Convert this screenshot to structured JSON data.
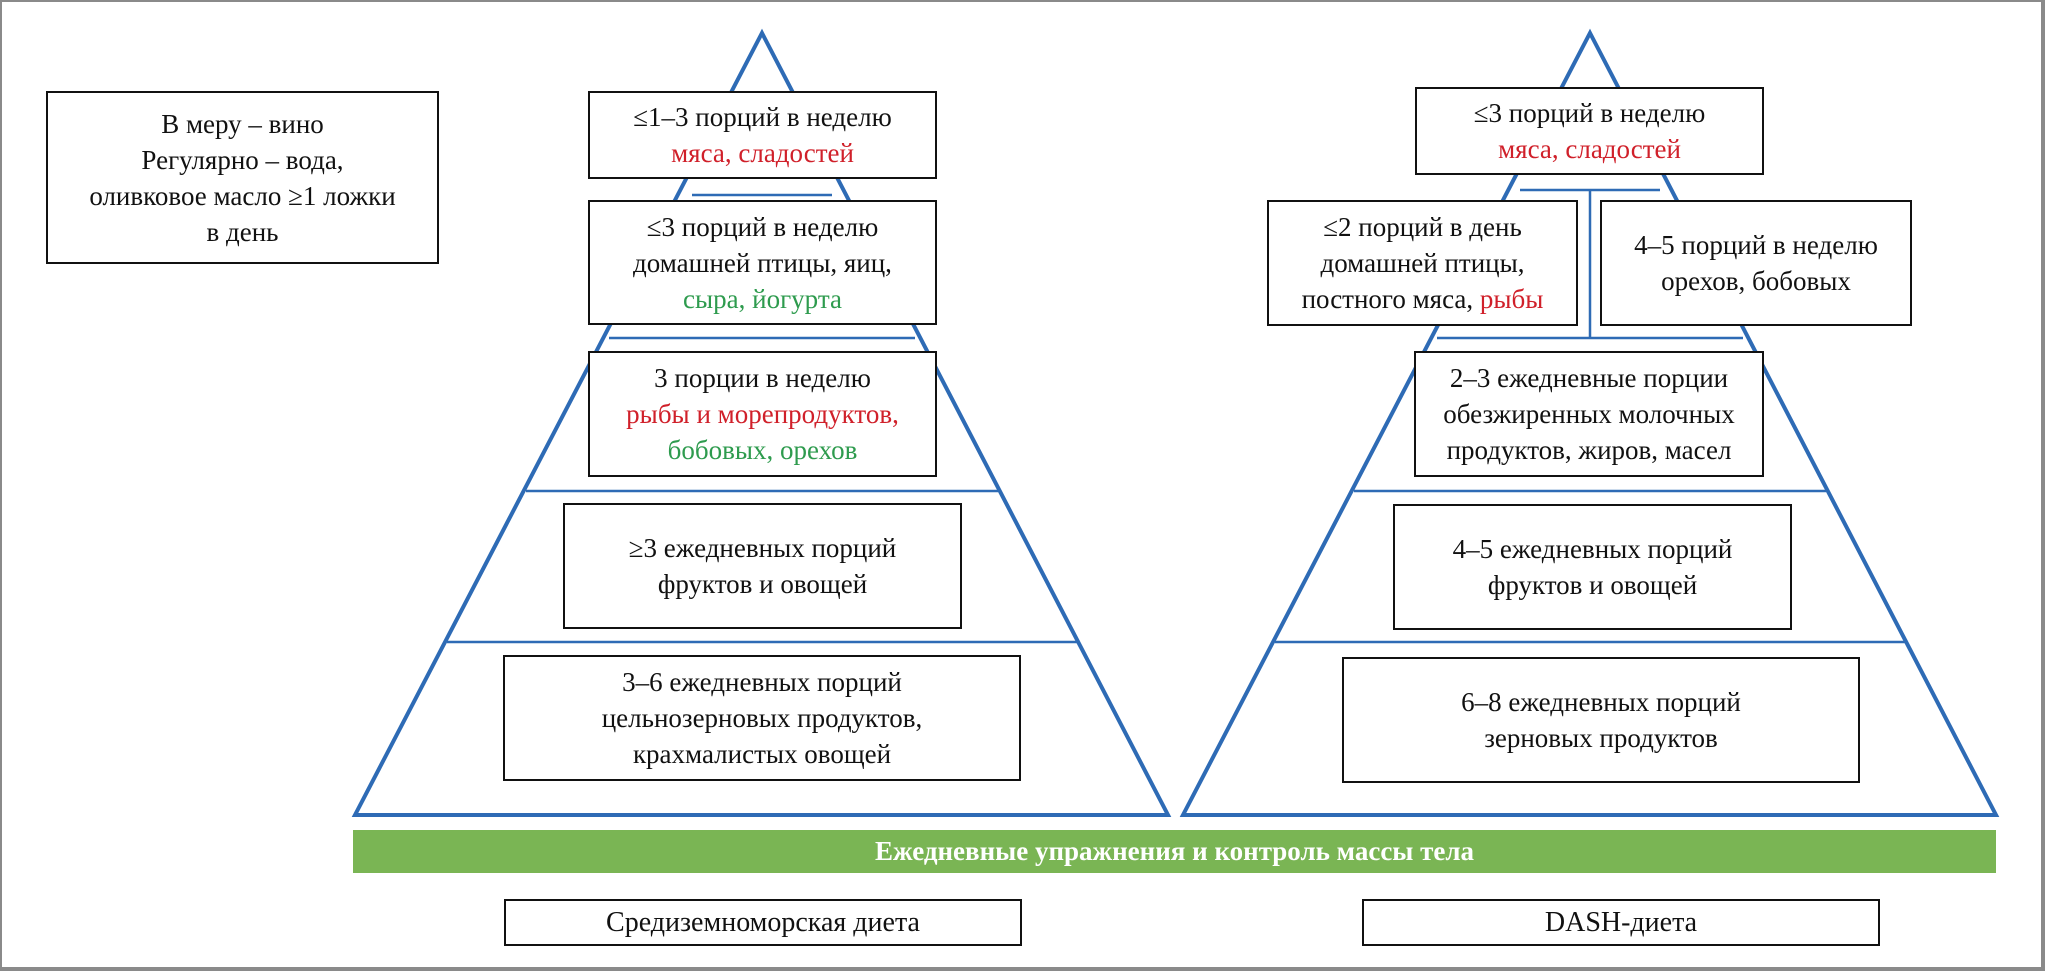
{
  "colors": {
    "pyramid_line": "#2e6bb5",
    "highlight_red": "#d0202a",
    "highlight_green": "#2e9b4e",
    "band": "#7ab554"
  },
  "side_note": {
    "lines": [
      "В меру – вино",
      "Регулярно – вода,",
      "оливковое масло ≥1 ложки",
      "в день"
    ]
  },
  "mediterranean": {
    "label": "Средиземноморская диета",
    "tiers": [
      {
        "line1": "≤1–3 порций в неделю",
        "line2_red": "мяса, сладостей"
      },
      {
        "line1": "≤3 порций в неделю",
        "line2": "домашней птицы, яиц,",
        "line3_green": "сыра, йогурта"
      },
      {
        "line1": "3 порции в неделю",
        "line2_red": "рыбы и морепродуктов,",
        "line3_green": "бобовых, орехов"
      },
      {
        "line1": "≥3 ежедневных порций",
        "line2": "фруктов и овощей"
      },
      {
        "line1": "3–6 ежедневных порций",
        "line2": "цельнозерновых продуктов,",
        "line3": "крахмалистых овощей"
      }
    ]
  },
  "dash": {
    "label": "DASH-диета",
    "tiers": [
      {
        "line1": "≤3 порций в неделю",
        "line2_red": "мяса, сладостей"
      },
      {
        "line1": "≤2 порций в день",
        "line2": "домашней птицы,",
        "line3a": "постного мяса, ",
        "line3_red": "рыбы"
      },
      {
        "line1": "4–5 порций в неделю",
        "line2": "орехов, бобовых"
      },
      {
        "line1": "2–3 ежедневные порции",
        "line2": "обезжиренных молочных",
        "line3": "продуктов, жиров, масел"
      },
      {
        "line1": "4–5 ежедневных порций",
        "line2": "фруктов и овощей"
      },
      {
        "line1": "6–8 ежедневных порций",
        "line2": "зерновых продуктов"
      }
    ]
  },
  "footer_band": "Ежедневные упражнения и контроль массы тела"
}
